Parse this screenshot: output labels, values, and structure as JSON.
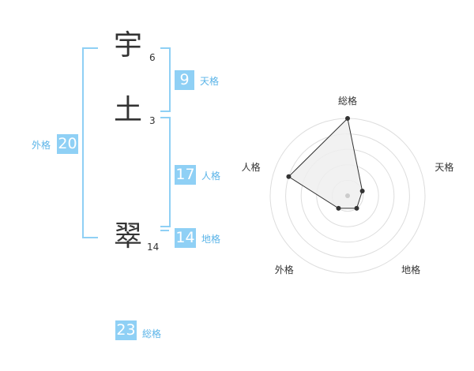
{
  "name": {
    "chars": [
      {
        "char": "宇",
        "strokes": "6"
      },
      {
        "char": "土",
        "strokes": "3"
      },
      {
        "char": "翠",
        "strokes": "14"
      }
    ]
  },
  "kakusu": {
    "tenkaku": {
      "value": "9",
      "label": "天格"
    },
    "jinkaku": {
      "value": "17",
      "label": "人格"
    },
    "chikaku": {
      "value": "14",
      "label": "地格"
    },
    "gaikaku": {
      "value": "20",
      "label": "外格"
    },
    "soukaku": {
      "value": "23",
      "label": "総格"
    }
  },
  "chart_data": {
    "type": "radar",
    "axes": [
      "総格",
      "天格",
      "地格",
      "外格",
      "人格"
    ],
    "values": [
      5,
      1,
      1,
      1,
      4
    ],
    "rmax": 5,
    "rings": 5,
    "colors": {
      "fill": "#eeeeee",
      "stroke": "#333333",
      "grid": "#dddddd",
      "point": "#333333",
      "center": "#cccccc"
    }
  },
  "colors": {
    "accent": "#8fd0f5",
    "label": "#5bb4e8"
  }
}
